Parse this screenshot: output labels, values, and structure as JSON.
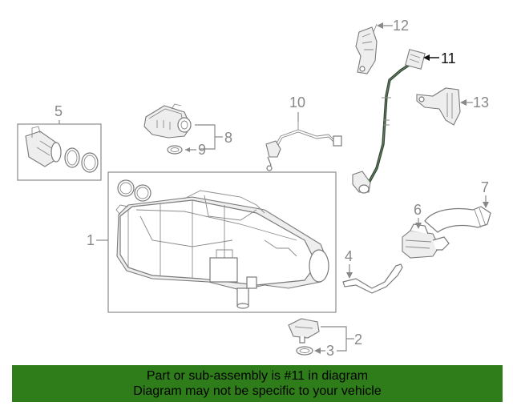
{
  "callouts": {
    "c1": "1",
    "c2": "2",
    "c3": "3",
    "c4": "4",
    "c5": "5",
    "c6": "6",
    "c7": "7",
    "c8": "8",
    "c9": "9",
    "c10": "10",
    "c11": "11",
    "c12": "12",
    "c13": "13"
  },
  "highlighted_part": "11",
  "banner": {
    "line1": "Part or sub-assembly is #11 in diagram",
    "line2": "Diagram may not be specific to your vehicle"
  },
  "colors": {
    "banner_bg": "#2f7d1a",
    "line_art": "#7a7a7a",
    "highlight_text": "#111111"
  }
}
